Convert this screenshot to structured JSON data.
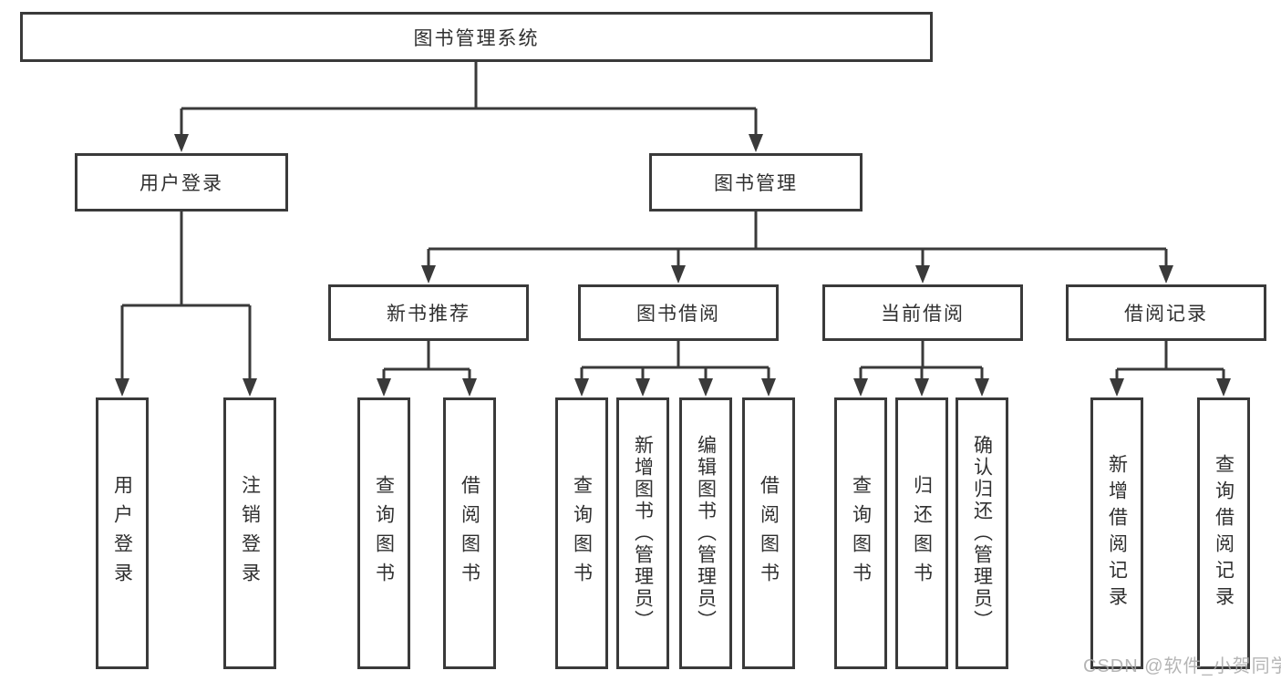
{
  "nodes": {
    "root": "图书管理系统",
    "user_login_group": "用户登录",
    "book_mgmt_group": "图书管理",
    "new_book_rec": "新书推荐",
    "book_borrow": "图书借阅",
    "current_borrow": "当前借阅",
    "borrow_records": "借阅记录",
    "leaf_user_login": "用户登录",
    "leaf_logout": "注销登录",
    "leaf_query_book_rec": "查询图书",
    "leaf_borrow_book_rec": "借阅图书",
    "leaf_query_book_borrow": "查询图书",
    "leaf_add_book_admin": "新增图书（管理员）",
    "leaf_edit_book_admin": "编辑图书（管理员）",
    "leaf_borrow_book_borrow": "借阅图书",
    "leaf_query_book_current": "查询图书",
    "leaf_return_book": "归还图书",
    "leaf_confirm_return_admin": "确认归还（管理员）",
    "leaf_add_borrow_record": "新增借阅记录",
    "leaf_query_borrow_record": "查询借阅记录"
  },
  "colors": {
    "line": "#3a3a3a",
    "text": "#303030",
    "watermark": "#a9a9a9",
    "background": "#ffffff"
  },
  "watermark": "CSDN @软件_小贺同学"
}
